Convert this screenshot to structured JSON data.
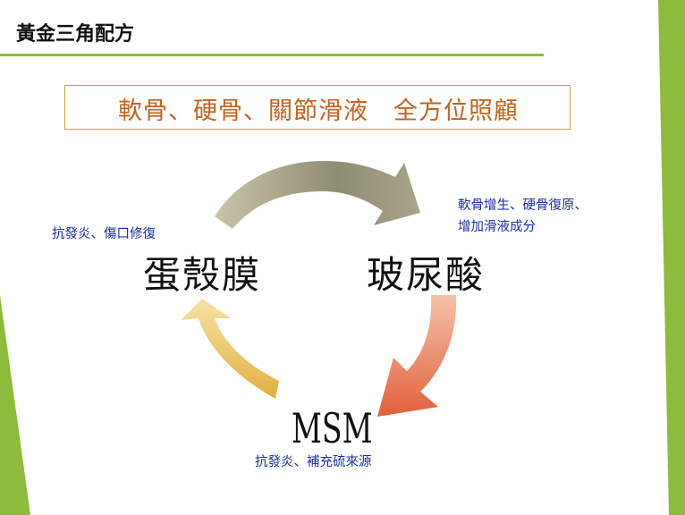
{
  "header": {
    "title": "黃金三角配方"
  },
  "banner": {
    "text": "軟骨、硬骨、關節滑液　全方位照顧"
  },
  "nodes": {
    "eggshell_membrane": {
      "label": "蛋殼膜",
      "note": "抗發炎、傷口修復"
    },
    "hyaluronic_acid": {
      "label": "玻尿酸",
      "note_line1": "軟骨增生、硬骨復原、",
      "note_line2": "增加滑液成分"
    },
    "msm": {
      "label": "MSM",
      "note": "抗發炎、補充硫來源"
    }
  },
  "colors": {
    "accent_green": "#8dbb3c",
    "banner_border": "#c9a23a",
    "banner_text": "#c5621c",
    "note_text": "#1a2fa8",
    "arrow_top": "#8c8a72",
    "arrow_right": "#e26a45",
    "arrow_left": "#e0b64c"
  }
}
